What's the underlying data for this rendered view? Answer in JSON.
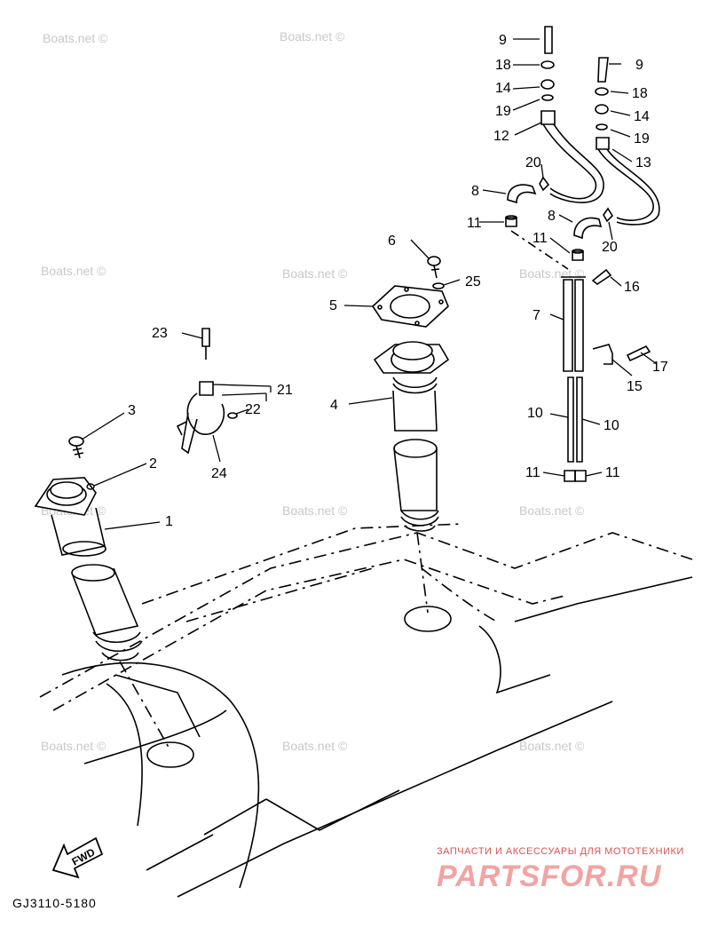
{
  "watermark_text": "Boats.net ©",
  "diagram_code": "GJ3110-5180",
  "fwd_label": "FWD",
  "brand": {
    "tagline": "ЗАПЧАСТИ И АКСЕССУАРЫ ДЛЯ МОТОТЕХНИКИ",
    "name": "PARTSFOR.RU",
    "color": "#e36b6b"
  },
  "callouts": [
    "1",
    "2",
    "3",
    "4",
    "5",
    "6",
    "7",
    "8",
    "8",
    "9",
    "9",
    "10",
    "10",
    "11",
    "11",
    "11",
    "11",
    "12",
    "13",
    "14",
    "14",
    "15",
    "16",
    "17",
    "18",
    "18",
    "19",
    "19",
    "20",
    "20",
    "21",
    "22",
    "23",
    "24",
    "25"
  ]
}
